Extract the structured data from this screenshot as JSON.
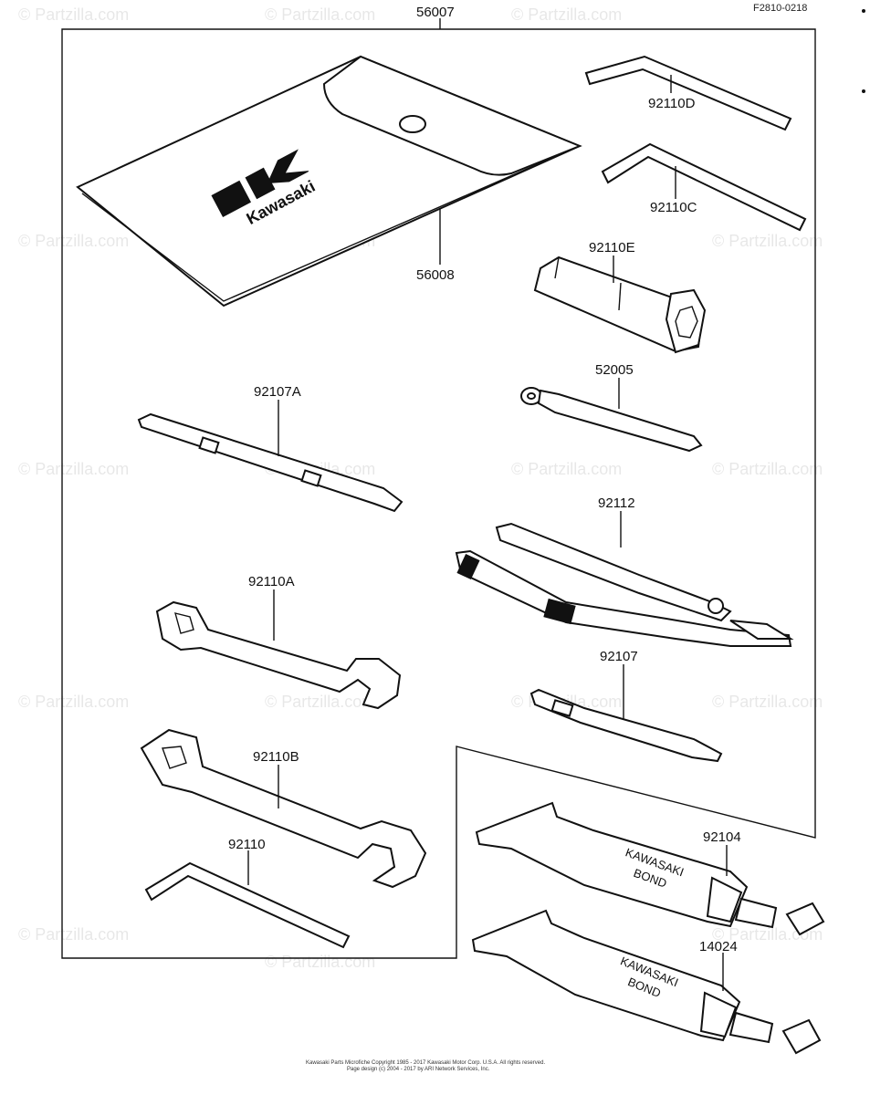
{
  "diagram_code": "F2810-0218",
  "watermark": "© Partzilla.com",
  "footer": {
    "line1": "Kawasaki Parts Microfiche Copyright 1985 - 2017 Kawasaki Motor Corp. U.S.A. All rights reserved.",
    "line2": "Page design (c) 2004 - 2017 by ARI Network Services, Inc."
  },
  "parts": {
    "p56007": "56007",
    "p56008": "56008",
    "p92110D": "92110D",
    "p92110C": "92110C",
    "p92110E": "92110E",
    "p52005": "52005",
    "p92107A": "92107A",
    "p92112": "92112",
    "p92110A": "92110A",
    "p92107": "92107",
    "p92110B": "92110B",
    "p92104": "92104",
    "p92110": "92110",
    "p14024": "14024"
  },
  "pouch_logo": {
    "letter": "K",
    "brand": "Kawasaki"
  },
  "tube_text": {
    "line1": "KAWASAKI",
    "line2": "BOND"
  }
}
